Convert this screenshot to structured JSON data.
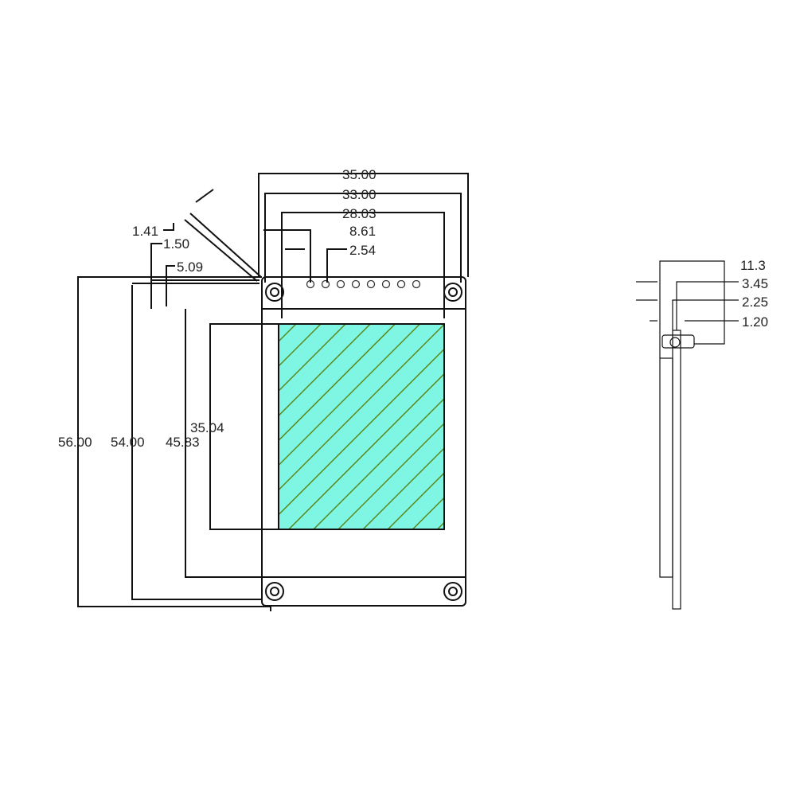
{
  "colors": {
    "line": "#111111",
    "display_fill": "#7ff5e4",
    "hatch": "#5a8a1e"
  },
  "front_view": {
    "width_dims": [
      "35.00",
      "33.00",
      "28.03",
      "8.61",
      "2.54"
    ],
    "offset_dims": [
      "1.41",
      "1.50",
      "5.09"
    ],
    "height_dims": [
      "56.00",
      "54.00",
      "45.83",
      "35.04"
    ],
    "pin_count": 8
  },
  "side_view": {
    "thickness_dims": [
      "11.3",
      "3.45",
      "2.25",
      "1.20"
    ]
  }
}
